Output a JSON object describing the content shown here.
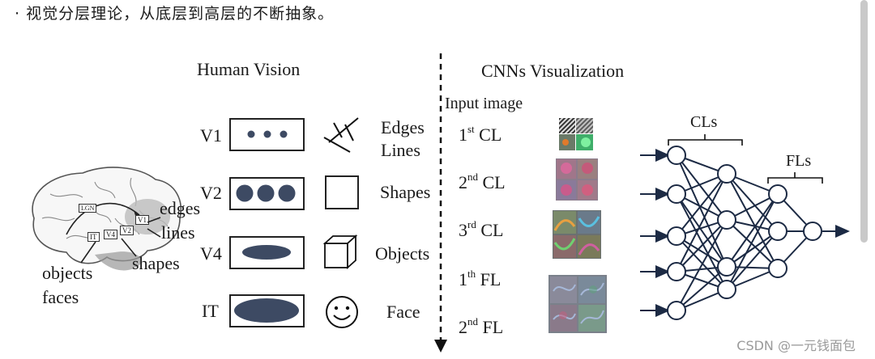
{
  "caption": "· 视觉分层理论，从底层到高层的不断抽象。",
  "human_vision": {
    "title": "Human Vision",
    "rows": [
      {
        "area": "V1",
        "feature": "Edges\nLines",
        "feature_line1": "Edges",
        "feature_line2": "Lines"
      },
      {
        "area": "V2",
        "feature_line1": "Shapes"
      },
      {
        "area": "V4",
        "feature_line1": "Objects"
      },
      {
        "area": "IT",
        "feature_line1": "Face"
      }
    ],
    "brain_labels": {
      "lgn": "LGN",
      "v1": "V1",
      "v2": "V2",
      "v4": "V4",
      "it": "IT",
      "edges": "edges",
      "lines": "lines",
      "shapes": "shapes",
      "objects": "objects",
      "faces": "faces"
    }
  },
  "cnn": {
    "title": "CNNs Visualization",
    "input_label": "Input image",
    "layers": [
      {
        "num": "1",
        "sup": "st",
        "name": "CL"
      },
      {
        "num": "2",
        "sup": "nd",
        "name": "CL"
      },
      {
        "num": "3",
        "sup": "rd",
        "name": "CL"
      },
      {
        "num": "1",
        "sup": "th",
        "name": "FL"
      },
      {
        "num": "2",
        "sup": "nd",
        "name": "FL"
      }
    ],
    "cls_label": "CLs",
    "fls_label": "FLs"
  },
  "watermark": "CSDN @一元钱面包",
  "colors": {
    "node_fill": "#ffffff",
    "accent": "#3d4a63",
    "stroke": "#1c2a44"
  }
}
